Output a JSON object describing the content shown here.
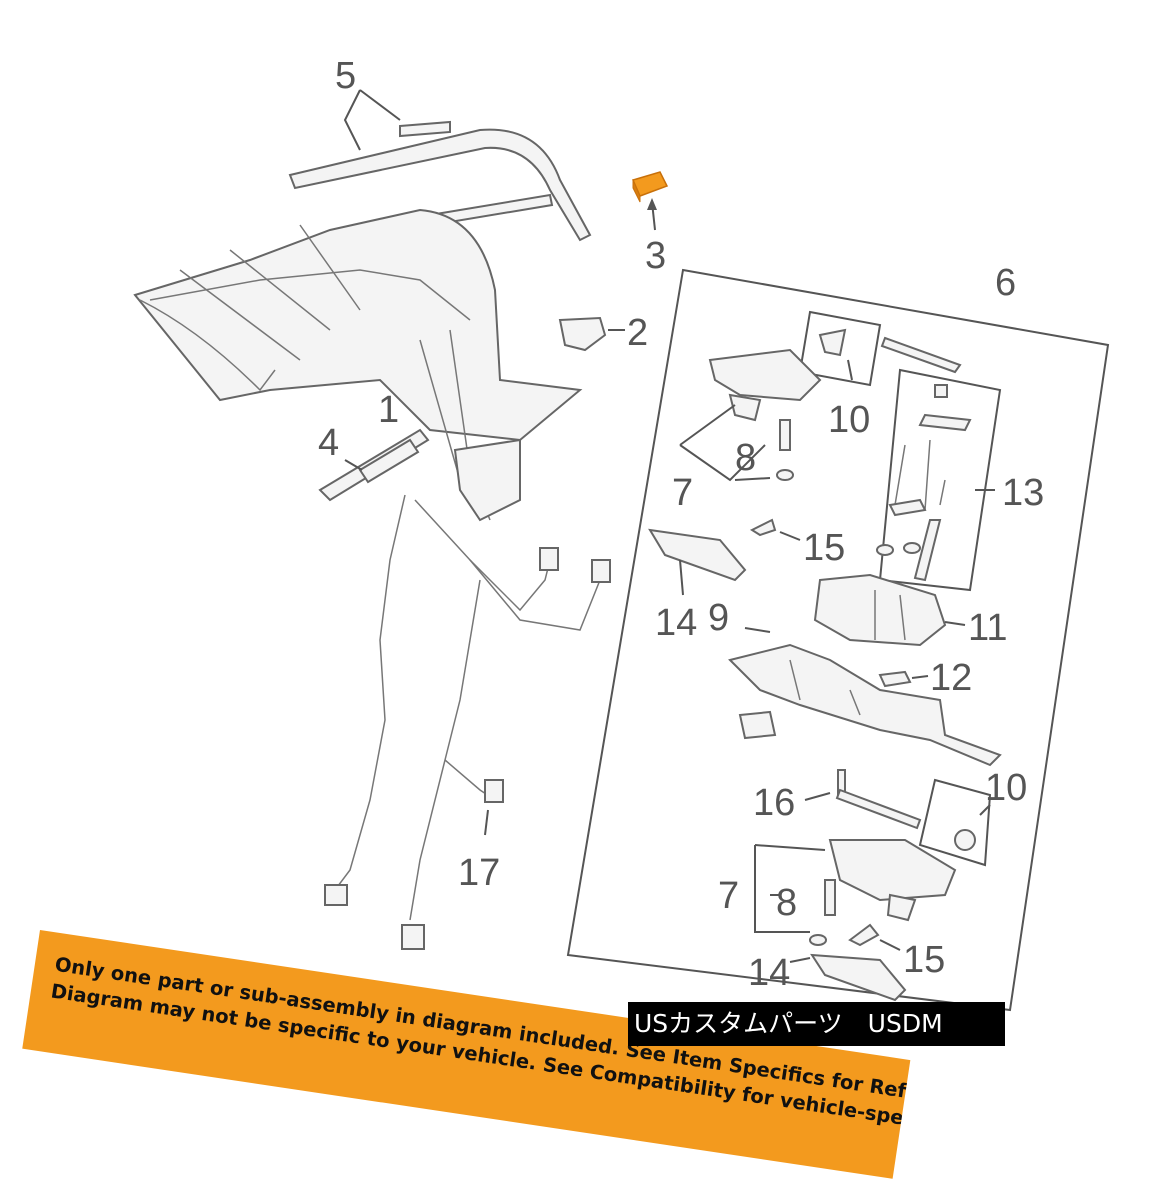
{
  "diagram": {
    "callouts": {
      "c1": "1",
      "c2": "2",
      "c3": "3",
      "c4": "4",
      "c5": "5",
      "c6": "6",
      "c7a": "7",
      "c7b": "7",
      "c8a": "8",
      "c8b": "8",
      "c9": "9",
      "c10a": "10",
      "c10b": "10",
      "c11": "11",
      "c12": "12",
      "c13": "13",
      "c14a": "14",
      "c14b": "14",
      "c15a": "15",
      "c15b": "15",
      "c16": "16",
      "c17": "17"
    },
    "highlight_color": "#f39a1e"
  },
  "banner": {
    "line1": "Only one part or sub-assembly in diagram included. See Item Specifics for Reference #.",
    "line2": "Diagram may not be specific to your vehicle. See Compatibility for vehicle-specific diagrams.",
    "color": "#f39a1e"
  },
  "watermark": {
    "text": "USカスタムパーツ　USDM"
  }
}
